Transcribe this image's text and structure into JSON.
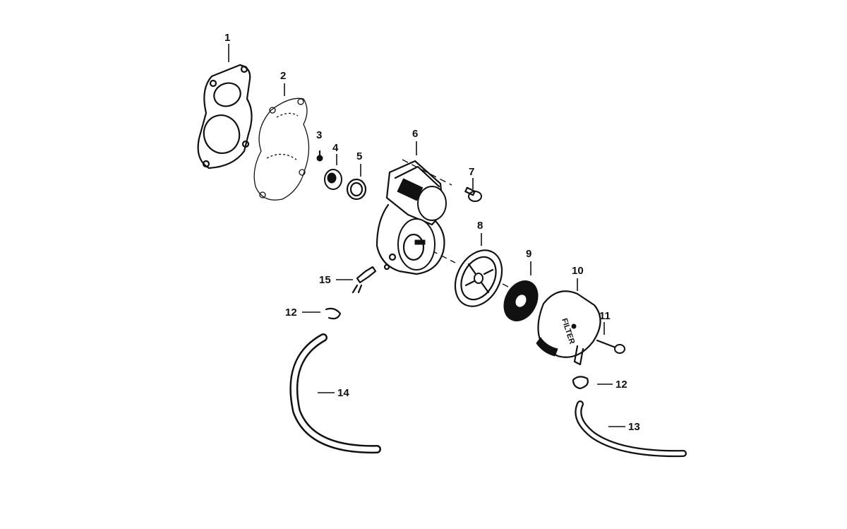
{
  "parts": [
    {
      "id": "gasket-1",
      "number": "1"
    },
    {
      "id": "diaphragm-2",
      "number": "2"
    },
    {
      "id": "screw-3",
      "number": "3"
    },
    {
      "id": "valve-4",
      "number": "4"
    },
    {
      "id": "seal-ring-5",
      "number": "5"
    },
    {
      "id": "pump-body-6",
      "number": "6"
    },
    {
      "id": "screw-7",
      "number": "7"
    },
    {
      "id": "filter-screen-8",
      "number": "8"
    },
    {
      "id": "filter-gasket-9",
      "number": "9"
    },
    {
      "id": "filter-bowl-10",
      "number": "10"
    },
    {
      "id": "bowl-screw-11",
      "number": "11"
    },
    {
      "id": "clip-12a",
      "number": "12"
    },
    {
      "id": "clip-12b",
      "number": "12"
    },
    {
      "id": "fuel-line-13",
      "number": "13"
    },
    {
      "id": "fuel-line-14",
      "number": "14"
    },
    {
      "id": "fitting-15",
      "number": "15"
    }
  ],
  "filter_label": "FILTER"
}
